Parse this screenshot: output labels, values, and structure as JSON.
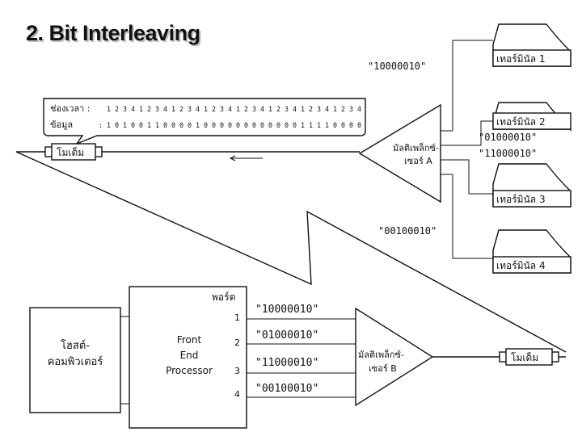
{
  "title": "2. Bit Interleaving",
  "terminals": [
    {
      "label": "เทอร์มินัล 1"
    },
    {
      "label": "เทอร์มินัล 2"
    },
    {
      "label": "เทอร์มินัล 3"
    },
    {
      "label": "เทอร์มินัล 4"
    }
  ],
  "codes_top": [
    "\"10000010\"",
    "\"01000010\"",
    "\"11000010\"",
    "\"00100010\""
  ],
  "data_box": {
    "slot_label": "ช่องเวลา :",
    "slot_values": "1 2 3 4 1 2 3 4 1 2 3 4 1 2 3 4 1 2 3 4 1 2 3 4 1 2 3 4 1 2 3 4",
    "data_label": "ข้อมูล",
    "data_values": ": 1 0 1 0 0 1 1 0 0 0 0 1 0 0 0 0 0 0 0 0 0 0 0 0 1 1 1 1 0 0 0 0"
  },
  "modem_top": "โมเด็ม",
  "mux_a": [
    "มัลติเพล็กซ์-",
    "เซอร์ A"
  ],
  "host": [
    "โฮสต์-",
    "คอมพิวเตอร์"
  ],
  "fep": {
    "lines": [
      "Front",
      "End",
      "Processor"
    ],
    "port_label": "พอร์ต",
    "ports": [
      "1",
      "2",
      "3",
      "4"
    ]
  },
  "codes_bottom": [
    "\"10000010\"",
    "\"01000010\"",
    "\"11000010\"",
    "\"00100010\""
  ],
  "mux_b": [
    "มัลติเพล็กซ์-",
    "เซอร์ B"
  ],
  "modem_bottom": "โมเด็ม"
}
